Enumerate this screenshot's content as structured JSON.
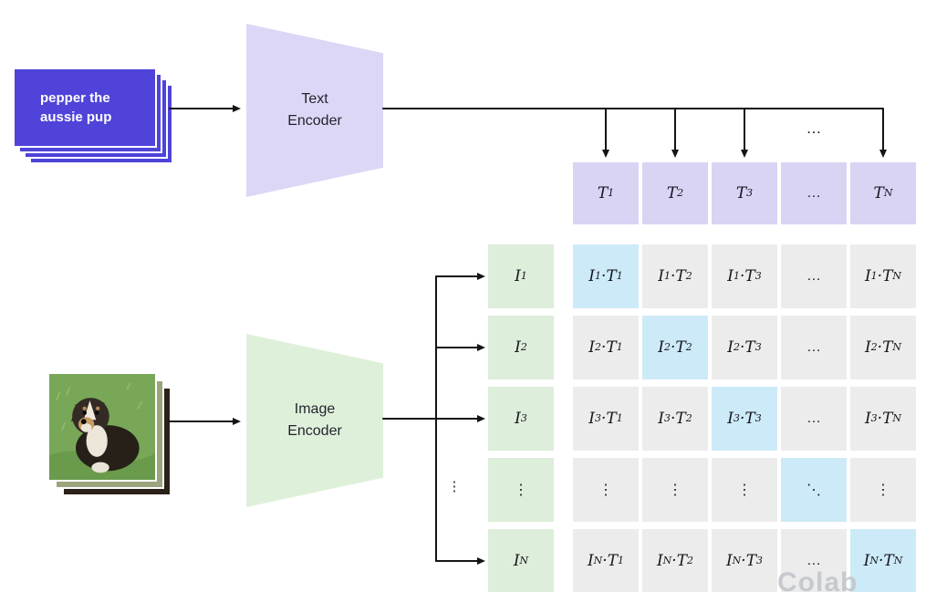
{
  "caption_card": {
    "line1": "pepper the",
    "line2": "aussie pup"
  },
  "text_encoder": {
    "line1": "Text",
    "line2": "Encoder"
  },
  "image_encoder": {
    "line1": "Image",
    "line2": "Encoder"
  },
  "flow_ellipsis": "…",
  "side_ellipsis": "⋮",
  "text_embeddings": [
    "T_1",
    "T_2",
    "T_3",
    "…",
    "T_N"
  ],
  "image_embeddings": [
    "I_1",
    "I_2",
    "I_3",
    "⋮",
    "I_N"
  ],
  "similarity_matrix": {
    "diagonal_highlighted": true,
    "rows": [
      [
        "I_1·T_1",
        "I_1·T_2",
        "I_1·T_3",
        "…",
        "I_1·T_N"
      ],
      [
        "I_2·T_1",
        "I_2·T_2",
        "I_2·T_3",
        "…",
        "I_2·T_N"
      ],
      [
        "I_3·T_1",
        "I_3·T_2",
        "I_3·T_3",
        "…",
        "I_3·T_N"
      ],
      [
        "⋮",
        "⋮",
        "⋮",
        "⋱",
        "⋮"
      ],
      [
        "I_N·T_1",
        "I_N·T_2",
        "I_N·T_3",
        "…",
        "I_N·T_N"
      ]
    ]
  },
  "colors": {
    "card_purple": "#4f43d9",
    "text_lavender": "#dcd7f6",
    "t_cell": "#d9d3f4",
    "image_green": "#dff0da",
    "i_cell": "#ddeeda",
    "matrix_gray": "#ececec",
    "matrix_diag_blue": "#cdeaf8",
    "arrow_black": "#141414"
  },
  "watermark": "Colab"
}
